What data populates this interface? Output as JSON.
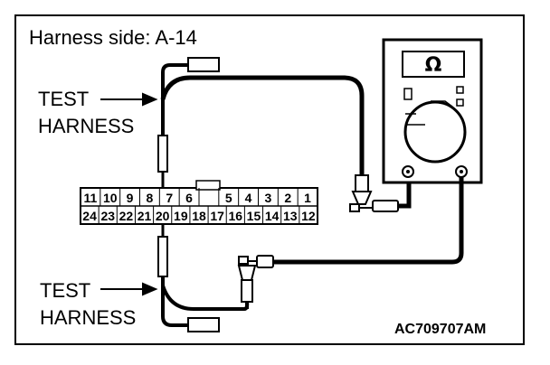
{
  "header": {
    "title": "Harness side: A-14"
  },
  "labels": {
    "test_upper": "TEST",
    "harness_upper": "HARNESS",
    "test_lower": "TEST",
    "harness_lower": "HARNESS"
  },
  "connector": {
    "top_row": [
      "11",
      "10",
      "9",
      "8",
      "7",
      "6",
      "",
      "5",
      "4",
      "3",
      "2",
      "1"
    ],
    "bottom_row": [
      "24",
      "23",
      "22",
      "21",
      "20",
      "19",
      "18",
      "17",
      "16",
      "15",
      "14",
      "13",
      "12"
    ]
  },
  "meter": {
    "symbol": "Ω",
    "icon": "ohmmeter-icon"
  },
  "footer": {
    "code": "AC709707AM"
  }
}
